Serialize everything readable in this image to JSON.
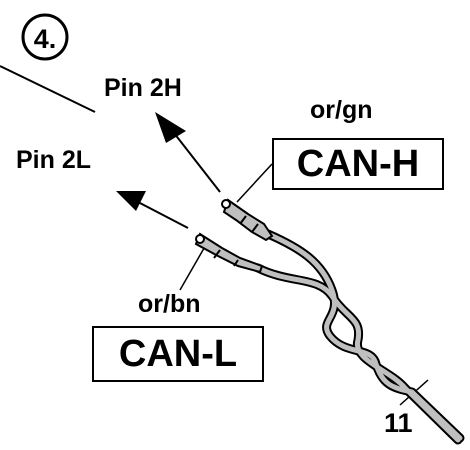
{
  "step": {
    "label": "4."
  },
  "labels": {
    "pin_h": "Pin 2H",
    "pin_l": "Pin 2L",
    "wire_color_h": "or/gn",
    "wire_color_l": "or/bn",
    "signal_h": "CAN-H",
    "signal_l": "CAN-L",
    "item_number": "11"
  },
  "colors": {
    "wire_fill": "#bfbfbf",
    "outline": "#000000",
    "background": "#ffffff"
  },
  "icons": {
    "arrow_h": "arrow-icon",
    "arrow_l": "arrow-icon",
    "connector_h": "pin-connector-icon",
    "connector_l": "pin-connector-icon"
  }
}
